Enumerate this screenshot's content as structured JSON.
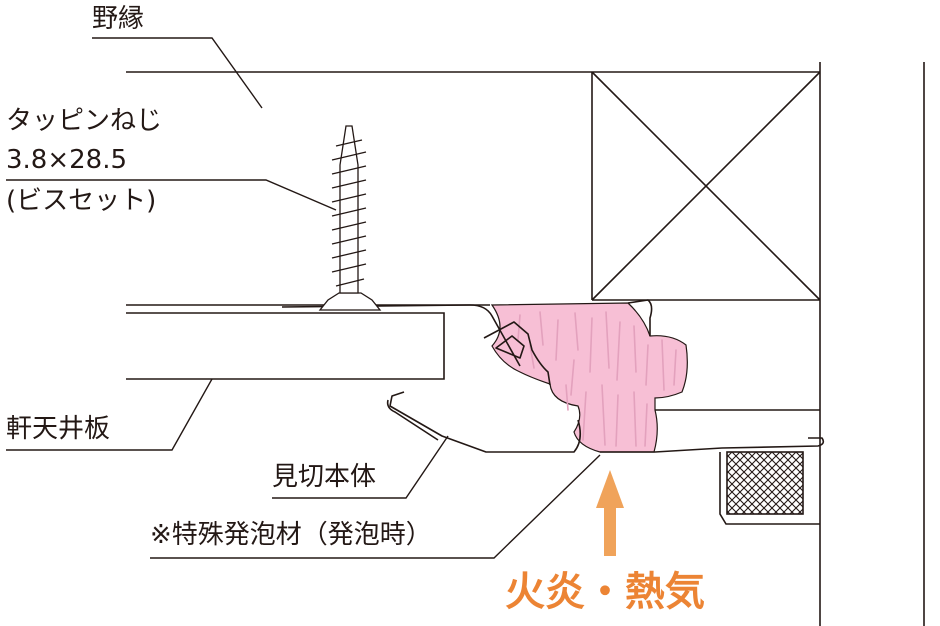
{
  "labels": {
    "roof_board": "野縁",
    "screw_line1": "タッピンねじ",
    "screw_line2": "3.8×28.5",
    "screw_line3": "(ビスセット)",
    "soffit_board": "軒天井板",
    "trim_body": "見切本体",
    "foam_material": "※特殊発泡材（発泡時）",
    "fire_heat": "火炎・熱気"
  },
  "colors": {
    "line": "#231815",
    "foam_fill": "#f7bfd5",
    "foam_streak": "#e3a1bd",
    "arrow": "#f0a35a",
    "fire_text": "#ec8434"
  }
}
